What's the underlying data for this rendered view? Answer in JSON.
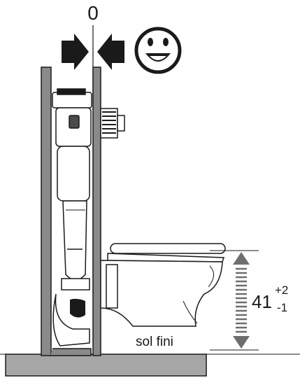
{
  "labels": {
    "gap_value": "0",
    "floor_label": "sol fini",
    "height_value": "41",
    "tolerance_plus": "+2",
    "tolerance_minus": "-1"
  },
  "icons": {
    "gap_arrows": "compression-arrows-icon",
    "status": "smiley-face-icon"
  },
  "colors": {
    "line": "#1a1a1a",
    "frame_fill": "#8a8a8a",
    "floor_fill": "#a6a6a6",
    "arrow_fill": "#6e6e6e"
  }
}
